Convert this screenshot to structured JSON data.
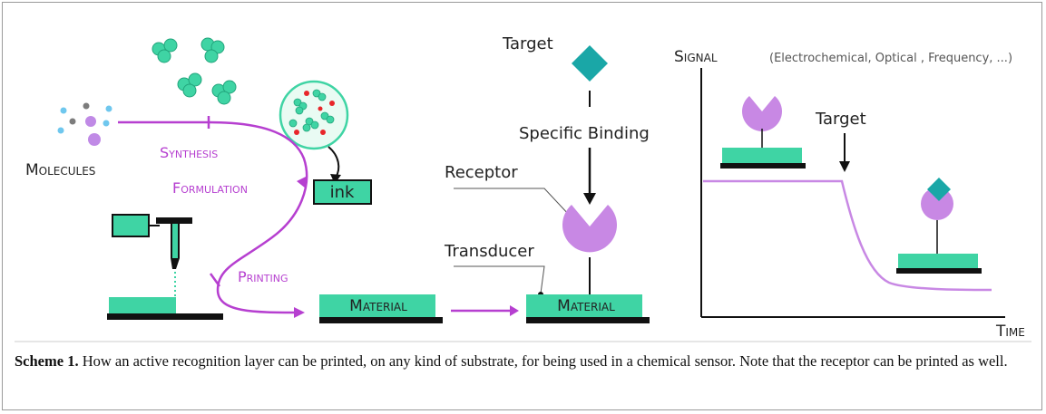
{
  "labels": {
    "molecules": "Molecules",
    "synthesis": "Synthesis",
    "formulation": "Formulation",
    "ink": "ink",
    "printing": "Printing",
    "material_1": "Material",
    "material_2": "Material",
    "target_top": "Target",
    "specific_binding": "Specific Binding",
    "receptor": "Receptor",
    "transducer": "Transducer"
  },
  "graph": {
    "signal_axis": "Signal",
    "signal_note": "(Electrochemical, Optical , Frequency, ...)",
    "time_axis": "Time",
    "target_arrow": "Target"
  },
  "caption": {
    "label": "Scheme 1.",
    "text": " How an active recognition layer can be printed, on any kind of substrate, for being used in a chemical sensor. Note that the receptor can be printed as well."
  },
  "colors": {
    "teal": "#3fd4a4",
    "purple": "#b66be0",
    "magenta": "#b63fd0",
    "diamond": "#1aa7a7",
    "red": "#e8262a"
  }
}
